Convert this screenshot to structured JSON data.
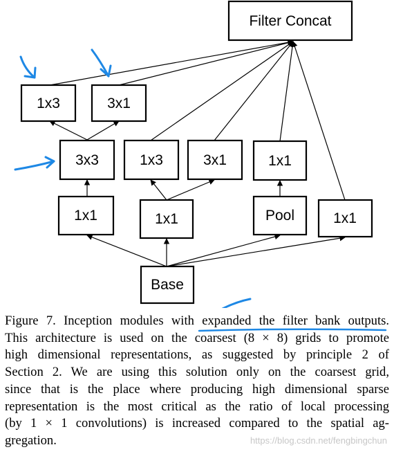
{
  "diagram": {
    "nodes": {
      "filter_concat": "Filter Concat",
      "top_left_1x3": "1x3",
      "top_right_3x1": "3x1",
      "mid_3x3": "3x3",
      "mid_1x3": "1x3",
      "mid_3x1": "3x1",
      "mid_1x1": "1x1",
      "bottom_1x1_a": "1x1",
      "bottom_1x1_b": "1x1",
      "pool": "Pool",
      "bottom_1x1_c": "1x1",
      "base": "Base"
    },
    "annotation_color": "#1e88e5"
  },
  "caption": {
    "lines": [
      "Figure 7. Inception modules with expanded the filter bank outputs.",
      "This architecture is used on the coarsest (8 × 8) grids to promote",
      "high dimensional representations, as suggested by principle 2 of",
      "Section 2.  We are using this solution only on the coarsest grid,",
      "since that is the place where producing high dimensional sparse",
      "representation is the most critical as the ratio of local processing",
      "(by 1 × 1 convolutions) is increased compared to the spatial ag-",
      "gregation."
    ]
  },
  "watermark": "https://blog.csdn.net/fengbingchun"
}
